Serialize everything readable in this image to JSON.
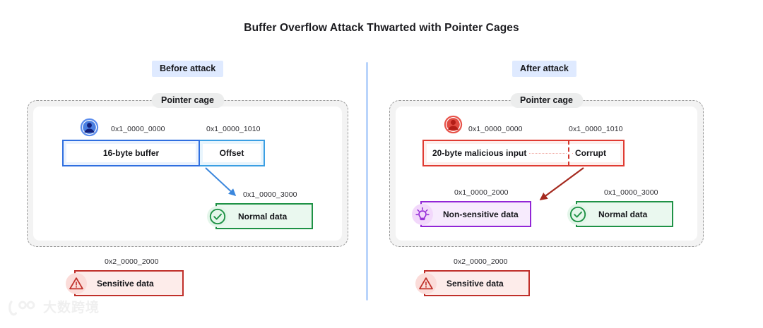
{
  "title": "Buffer Overflow Attack Thwarted with Pointer Cages",
  "colors": {
    "blue_border": "#2f6fe0",
    "cyan_border": "#3b9fe3",
    "red_border": "#e03b32",
    "dark_red_arrow": "#a52a1f",
    "green": "#1f9246",
    "purple": "#9226d6",
    "sensitive_red": "#c0302a",
    "cage_dash": "#9a9a9a",
    "divider_blue": "#b9d4fb",
    "head_badge_bg": "#dfeaff"
  },
  "divider": {
    "name": "vertical-divider"
  },
  "panels": {
    "before": {
      "head_label": "Before attack",
      "cage_label": "Pointer cage",
      "avatar_icon": "user-avatar-icon",
      "addr_buffer": "0x1_0000_0000",
      "addr_offset": "0x1_0000_1010",
      "buffer_label": "16-byte buffer",
      "offset_label": "Offset",
      "addr_normal": "0x1_0000_3000",
      "normal_label": "Normal data",
      "normal_icon": "check-circle-icon",
      "addr_sensitive": "0x2_0000_2000",
      "sensitive_label": "Sensitive data",
      "sensitive_icon": "warning-triangle-icon"
    },
    "after": {
      "head_label": "After attack",
      "cage_label": "Pointer cage",
      "avatar_icon": "attacker-avatar-icon",
      "addr_buffer": "0x1_0000_0000",
      "addr_offset": "0x1_0000_1010",
      "malicious_label": "20-byte malicious input",
      "corrupt_label": "Corrupt",
      "addr_nonsensitive": "0x1_0000_2000",
      "nonsensitive_label": "Non-sensitive data",
      "nonsensitive_icon": "lightbulb-icon",
      "addr_normal": "0x1_0000_3000",
      "normal_label": "Normal data",
      "normal_icon": "check-circle-icon",
      "addr_sensitive": "0x2_0000_2000",
      "sensitive_label": "Sensitive data",
      "sensitive_icon": "warning-triangle-icon"
    }
  },
  "watermark": {
    "text": "大数跨境",
    "mark_icon": "brand-logo-icon"
  }
}
